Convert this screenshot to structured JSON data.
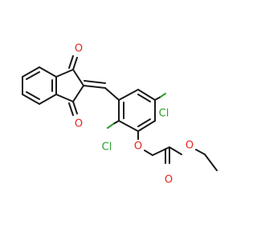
{
  "molecule": {
    "colors": {
      "carbon_bond": "#1a1a1a",
      "oxygen": "#e8231a",
      "chlorine": "#2aa02a",
      "background": "#ffffff"
    },
    "atoms": {
      "o_top": "O",
      "o_bottom": "O",
      "cl_upper": "Cl",
      "cl_lower": "Cl",
      "o_ether": "O",
      "o_carbonyl": "O",
      "o_ester": "O"
    }
  }
}
